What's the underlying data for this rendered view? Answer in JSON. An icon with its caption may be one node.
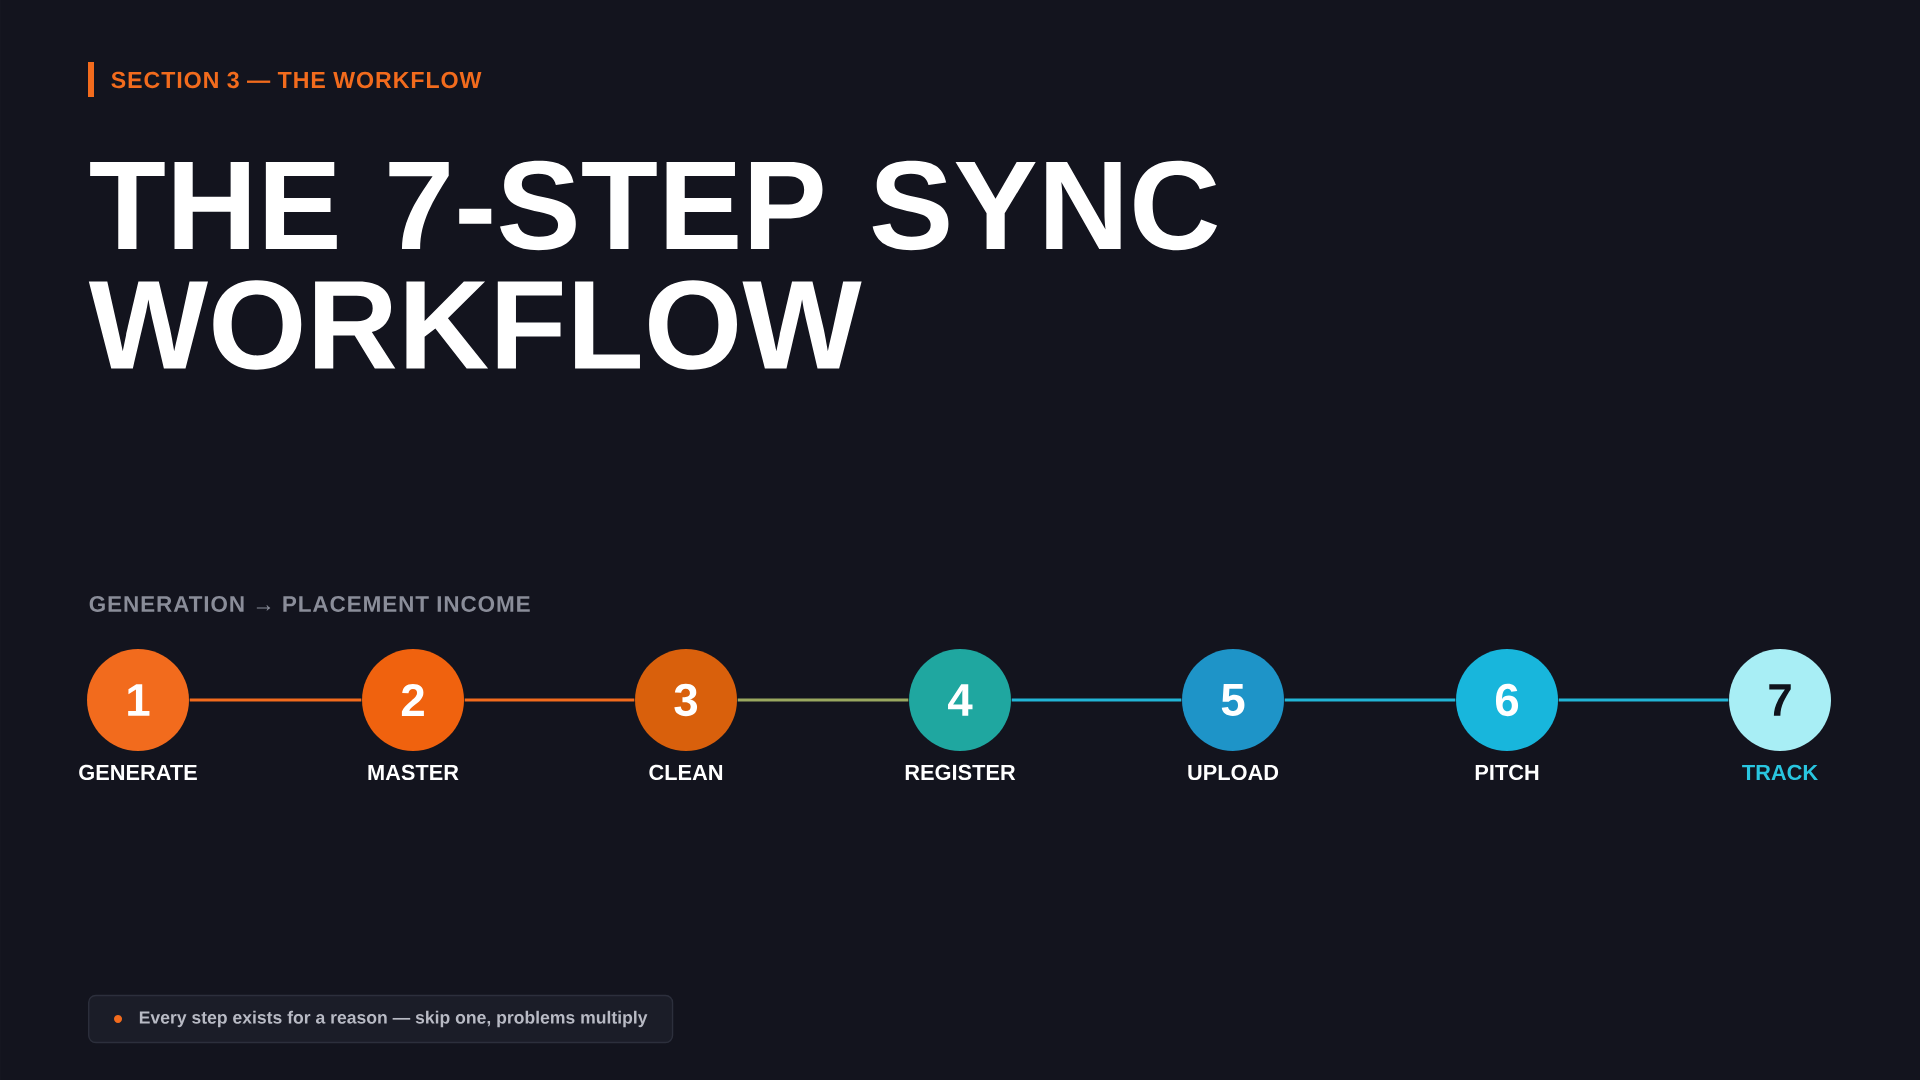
{
  "diagram": {
    "title": "THE 7-STEP SYNC WORKFLOW",
    "nodes": [
      {
        "text": [
          "1"
        ],
        "beside": [
          "GENERATE"
        ]
      },
      {
        "text": [
          "2"
        ],
        "beside": [
          "MASTER"
        ]
      },
      {
        "text": [
          "3"
        ],
        "beside": [
          "CLEAN"
        ]
      },
      {
        "text": [
          "4"
        ],
        "beside": [
          "REGISTER"
        ]
      },
      {
        "text": [
          "5"
        ],
        "beside": [
          "UPLOAD"
        ]
      },
      {
        "text": [
          "6"
        ],
        "beside": [
          "PITCH"
        ]
      },
      {
        "text": [
          "7"
        ],
        "beside": [
          "TRACK"
        ]
      }
    ],
    "edges": [
      {
        "from": 0,
        "to": 1,
        "arrow": "none",
        "color": "#f26b1d"
      },
      {
        "from": 1,
        "to": 2,
        "arrow": "none",
        "color": "#f26b1d"
      },
      {
        "from": 2,
        "to": 3,
        "arrow": "none",
        "color": "#9aa860"
      },
      {
        "from": 3,
        "to": 4,
        "arrow": "none"
      },
      {
        "from": 4,
        "to": 5,
        "arrow": "none"
      },
      {
        "from": 5,
        "to": 6,
        "arrow": "none"
      }
    ],
    "labels": [
      "SECTION 3 — THE WORKFLOW",
      "GENERATION → PLACEMENT INCOME",
      "Every step exists for a reason — skip one, problems multiply"
    ]
  }
}
